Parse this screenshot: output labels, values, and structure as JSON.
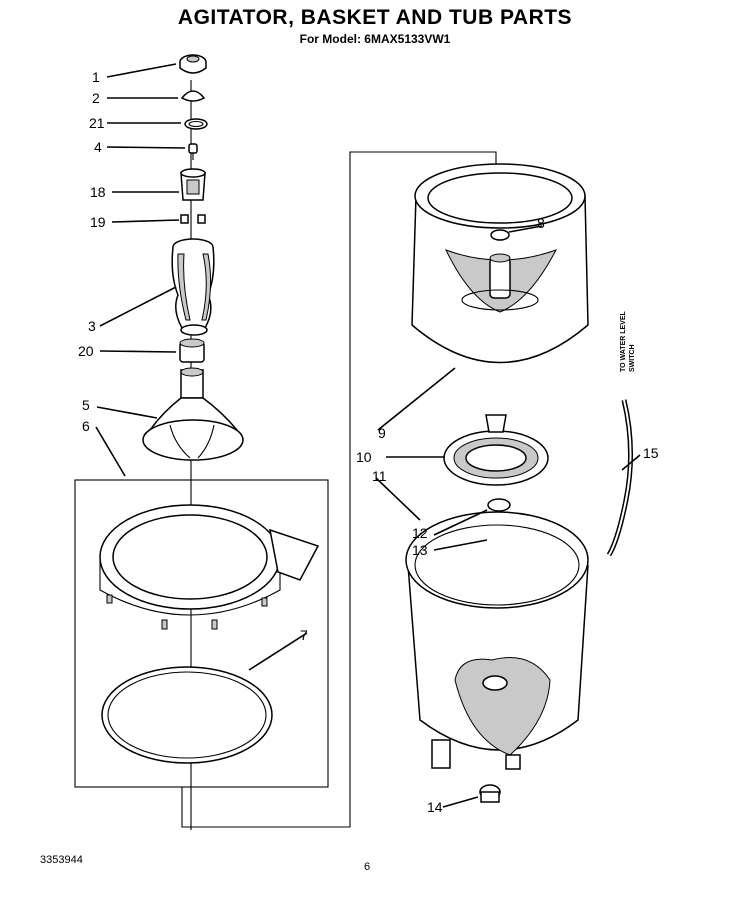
{
  "header": {
    "title": "AGITATOR, BASKET AND TUB PARTS",
    "subtitle": "For Model: 6MAX5133VW1"
  },
  "callouts": [
    "1",
    "2",
    "21",
    "4",
    "18",
    "19",
    "3",
    "20",
    "5",
    "6",
    "7",
    "8",
    "9",
    "10",
    "11",
    "12",
    "13",
    "14",
    "15"
  ],
  "water_level_note": {
    "line1": "TO WATER LEVEL",
    "line2": "SWITCH"
  },
  "footer": {
    "doc_number": "3353944",
    "page_number": "6"
  }
}
